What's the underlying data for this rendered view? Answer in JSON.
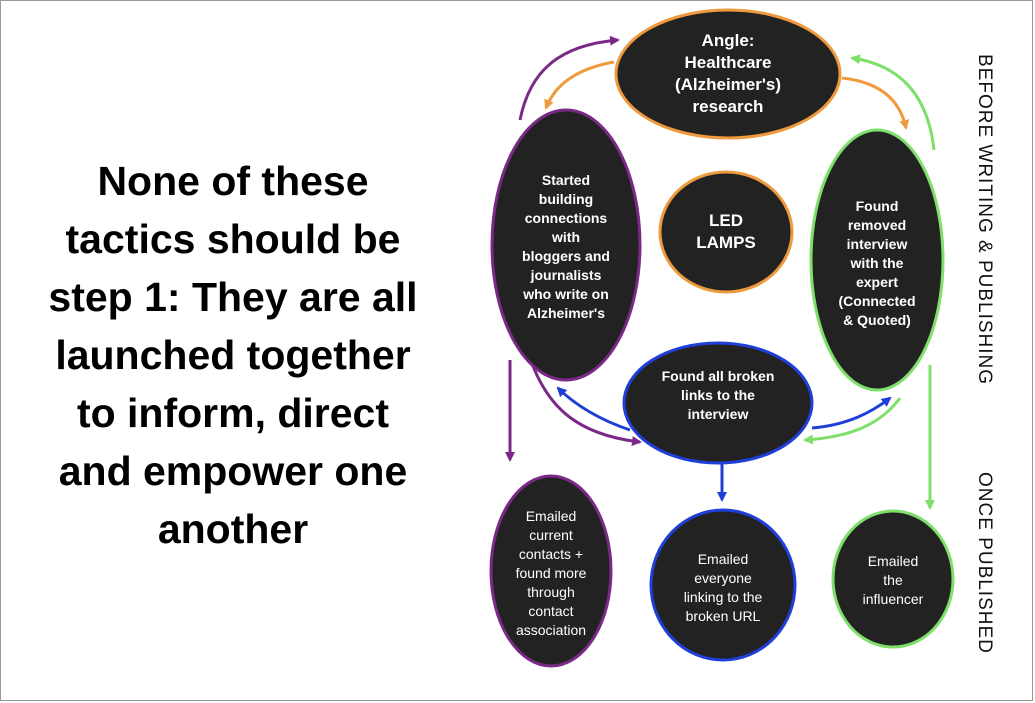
{
  "headline": {
    "lines": [
      "None of these",
      "tactics should be",
      "step 1: They are all",
      "launched together",
      "to inform, direct",
      "and empower one",
      "another"
    ]
  },
  "colors": {
    "orange": "#ef9a3c",
    "purple": "#7a2a86",
    "green": "#7ee06a",
    "blue": "#1f3fd8",
    "node_fill": "#222222"
  },
  "nodes": {
    "angle": [
      "Angle:",
      "Healthcare",
      "(Alzheimer's)",
      "research"
    ],
    "led": [
      "LED",
      "LAMPS"
    ],
    "bloggers": [
      "Started",
      "building",
      "connections",
      "with",
      "bloggers and",
      "journalists",
      "who write on",
      "Alzheimer's"
    ],
    "interview": [
      "Found",
      "removed",
      "interview",
      "with the",
      "expert",
      "(Connected",
      "& Quoted)"
    ],
    "broken": [
      "Found all broken",
      "links to the",
      "interview"
    ],
    "emailed_contacts": [
      "Emailed",
      "current",
      "contacts +",
      "found more",
      "through",
      "contact",
      "association"
    ],
    "emailed_everyone": [
      "Emailed",
      "everyone",
      "linking to the",
      "broken URL"
    ],
    "emailed_influencer": [
      "Emailed",
      "the",
      "influencer"
    ]
  },
  "side_labels": {
    "before": "BEFORE WRITING & PUBLISHING",
    "after": "ONCE PUBLISHED"
  }
}
